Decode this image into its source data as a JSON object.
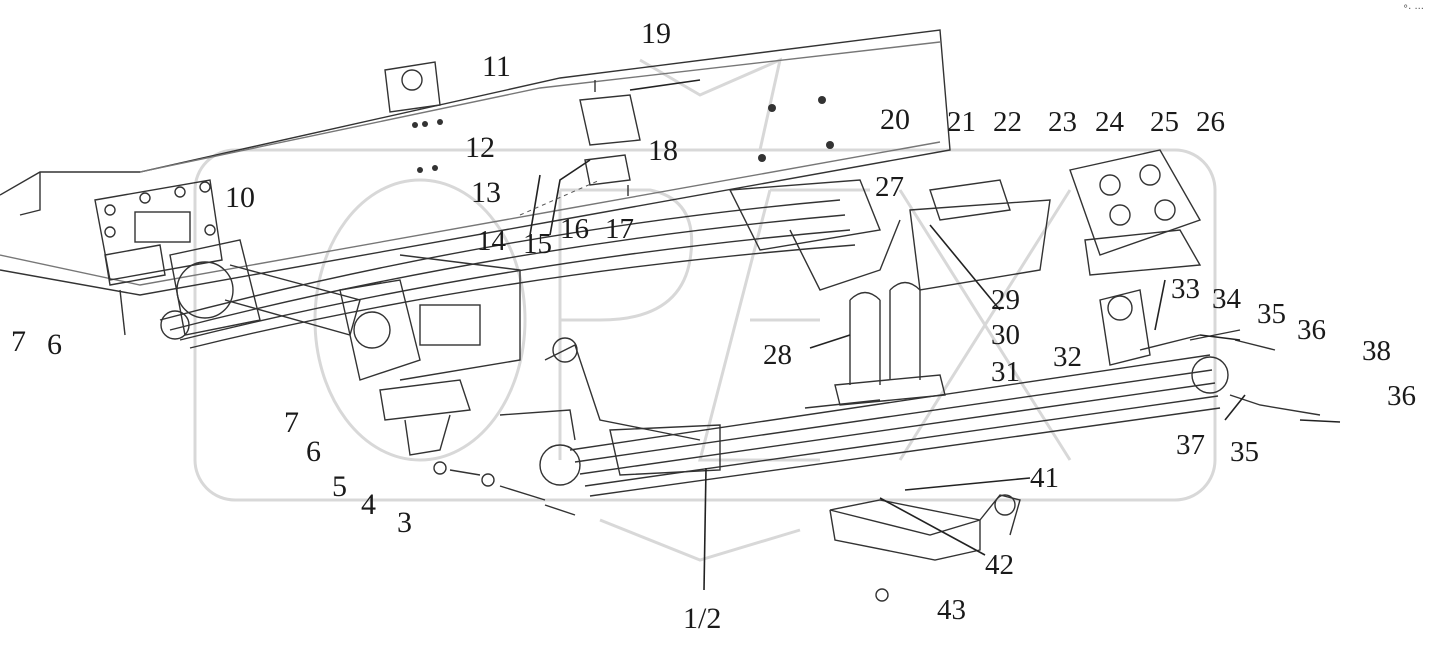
{
  "diagram": {
    "watermark": "OPEX",
    "corner_mark": "°· ···",
    "callouts": {
      "c1_2": "1/2",
      "c3": "3",
      "c4": "4",
      "c5": "5",
      "c6a": "6",
      "c7a": "7",
      "c6b": "6",
      "c7b": "7",
      "c10": "10",
      "c11": "11",
      "c12": "12",
      "c13": "13",
      "c14": "14",
      "c15": "15",
      "c16": "16",
      "c17": "17",
      "c18": "18",
      "c19": "19",
      "c20": "20",
      "c21": "21",
      "c22": "22",
      "c23": "23",
      "c24": "24",
      "c25": "25",
      "c26": "26",
      "c27": "27",
      "c28": "28",
      "c29": "29",
      "c30": "30",
      "c31": "31",
      "c32": "32",
      "c33": "33",
      "c34": "34",
      "c35a": "35",
      "c36a": "36",
      "c35b": "35",
      "c36b": "36",
      "c37": "37",
      "c38": "38",
      "c41": "41",
      "c42": "42",
      "c43": "43"
    }
  }
}
